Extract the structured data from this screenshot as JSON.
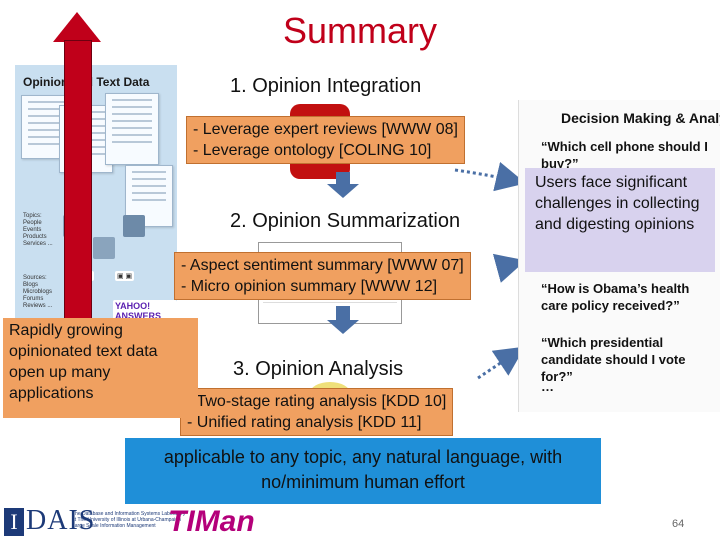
{
  "title": "Summary",
  "left_panel": {
    "title": "Opinionated Text Data",
    "topics_list": "Topics:\nPeople\nEvents\nProducts\nServices ...",
    "sources_list": "Sources:\nBlogs\nMicroblogs\nForums\nReviews ...",
    "logos": [
      "YAHOO! ANSWERS"
    ]
  },
  "stages": [
    {
      "label": "1. Opinion Integration",
      "details": "- Leverage expert reviews [WWW 08]\n- Leverage ontology [COLING 10]"
    },
    {
      "label": "2. Opinion Summarization",
      "details": "- Aspect sentiment summary [WWW 07]\n- Micro opinion summary [WWW 12]"
    },
    {
      "label": "3. Opinion Analysis",
      "details": "- Two-stage rating analysis [KDD 10]\n- Unified rating analysis [KDD 11]"
    }
  ],
  "right_panel": {
    "heading": "Decision Making & Analytics",
    "questions": [
      "“Which cell phone should I buy?”",
      "“How is Obama’s health care policy received?”",
      "“Which presidential candidate should I vote for?”",
      "…"
    ],
    "callout": "Users face significant challenges in collecting and digesting opinions"
  },
  "rapid_box": "Rapidly growing\nopinionated text data\nopen up many\napplications",
  "applicable": "applicable to any topic, any natural language, with no/minimum human effort",
  "footer": {
    "dais": "DAIS",
    "dais_sub": "The Database and Information Systems Laboratory\nat The University of Illinois at Urbana-Champaign\nLarge Scale Information Management",
    "timan": "TIMan",
    "page_number": "64"
  },
  "colors": {
    "title": "#c0001a",
    "tag_fill": "#f0a060",
    "callout_fill": "#d8d2ee",
    "applicable_fill": "#1f8fd8",
    "arrow_blue": "#4a6fa5"
  }
}
